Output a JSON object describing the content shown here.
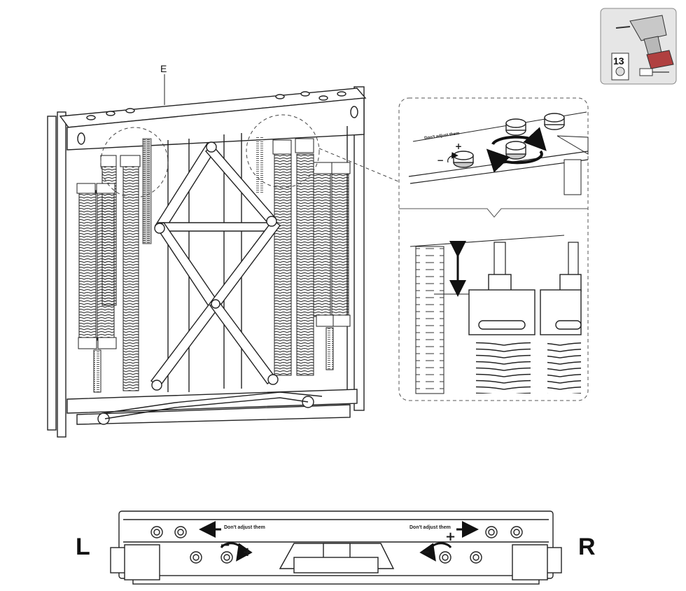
{
  "labels": {
    "callout_e": "E",
    "side_left": "L",
    "side_right": "R",
    "socket_size": "13"
  },
  "notes": {
    "dont_adjust_left": "Don't adjust them",
    "dont_adjust_right": "Don't adjust them",
    "dont_adjust_zoom": "Don't adjust them"
  },
  "symbols": {
    "plus": "+",
    "minus": "−"
  },
  "icons": {
    "tool": "drill-driver-icon",
    "socket": "socket-13-icon",
    "bit": "bit-extension-icon"
  },
  "colors": {
    "line": "#222222",
    "ruler_fill": "#c8c8c8",
    "tool_panel": "#e6e6e6",
    "drill_body": "#b04040"
  }
}
